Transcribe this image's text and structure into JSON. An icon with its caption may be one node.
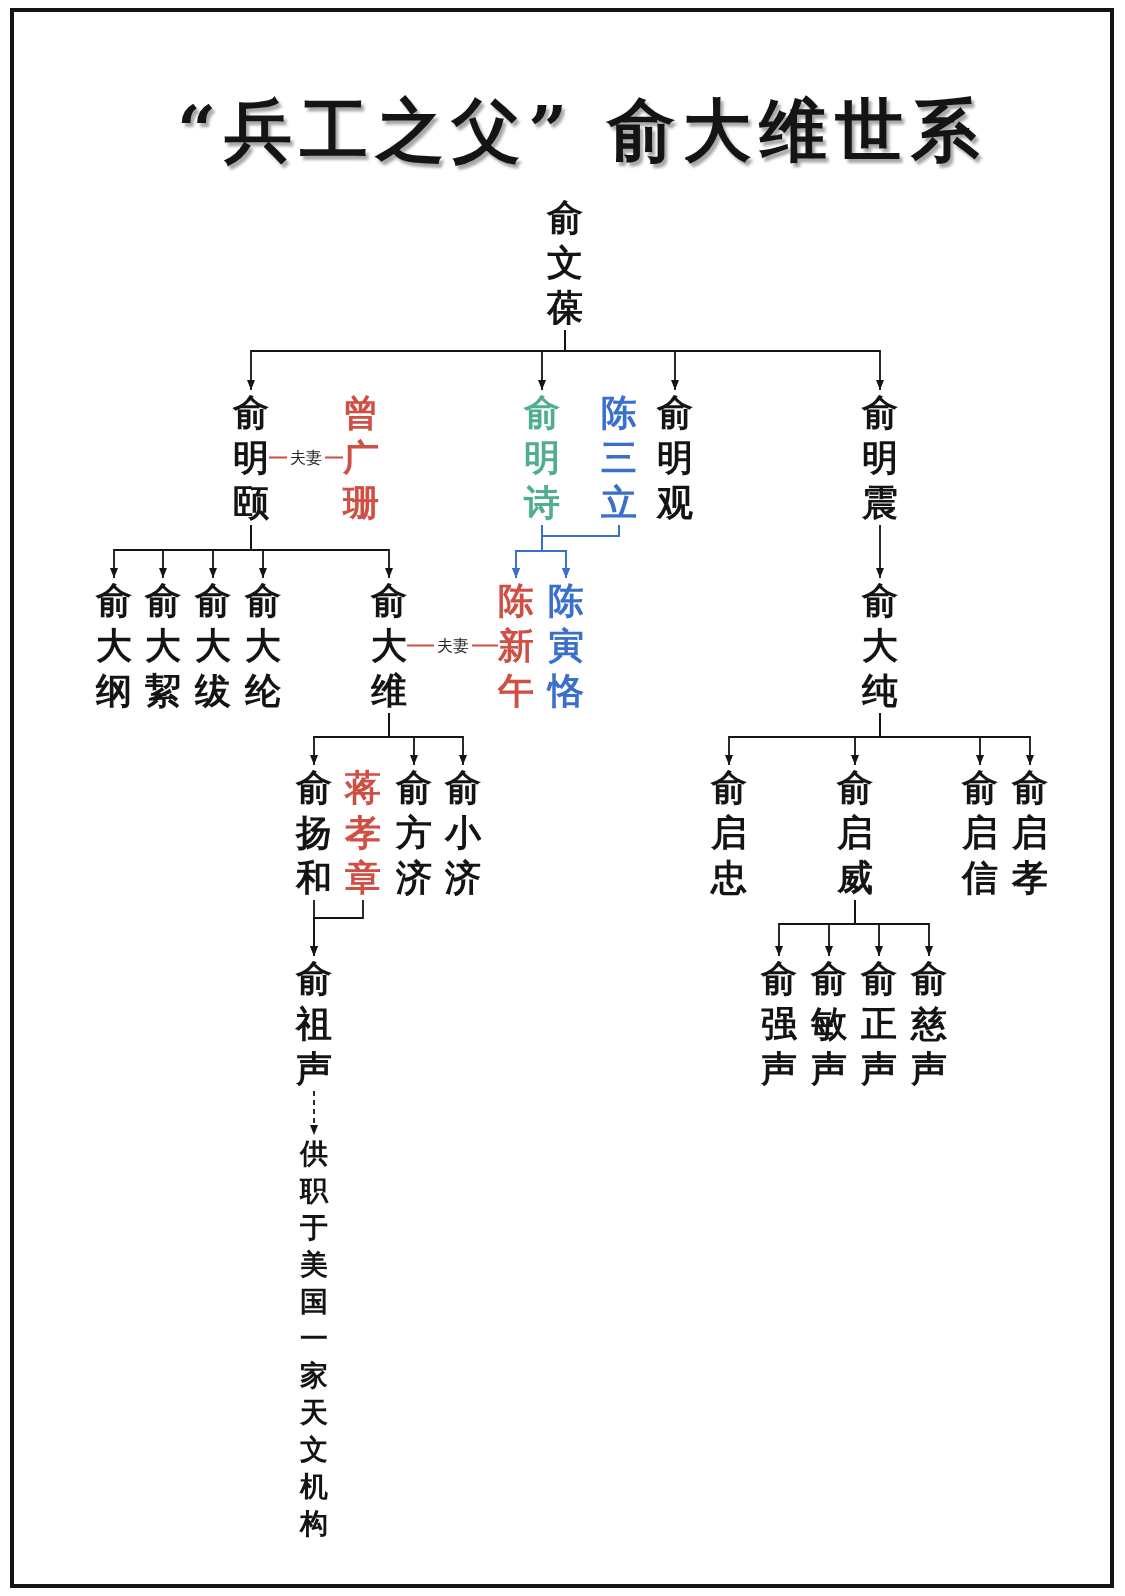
{
  "diagram": {
    "title": "“兵工之父” 俞大维世系",
    "nodes": [
      {
        "text": [
          "俞文葆"
        ]
      },
      {
        "text": [
          "俞明颐"
        ]
      },
      {
        "text": [
          "曾广珊"
        ]
      },
      {
        "text": [
          "俞明诗"
        ]
      },
      {
        "text": [
          "陈三立"
        ]
      },
      {
        "text": [
          "俞明观"
        ]
      },
      {
        "text": [
          "俞明震"
        ]
      },
      {
        "text": [
          "俞大纲"
        ]
      },
      {
        "text": [
          "俞大絜"
        ]
      },
      {
        "text": [
          "俞大绂"
        ]
      },
      {
        "text": [
          "俞大纶"
        ]
      },
      {
        "text": [
          "俞大维"
        ]
      },
      {
        "text": [
          "陈新午"
        ]
      },
      {
        "text": [
          "陈寅恪"
        ]
      },
      {
        "text": [
          "俞大纯"
        ]
      },
      {
        "text": [
          "俞扬和"
        ]
      },
      {
        "text": [
          "蒋孝章"
        ]
      },
      {
        "text": [
          "俞方济"
        ]
      },
      {
        "text": [
          "俞小济"
        ]
      },
      {
        "text": [
          "俞启忠"
        ]
      },
      {
        "text": [
          "俞启威"
        ]
      },
      {
        "text": [
          "俞启信"
        ]
      },
      {
        "text": [
          "俞启孝"
        ]
      },
      {
        "text": [
          "俞祖声"
        ]
      },
      {
        "text": [
          "俞强声"
        ]
      },
      {
        "text": [
          "俞敏声"
        ]
      },
      {
        "text": [
          "俞正声"
        ]
      },
      {
        "text": [
          "俞慈声"
        ]
      },
      {
        "text": [
          "供职于美国一家天文机构"
        ]
      }
    ],
    "edges": [
      {
        "from": 0,
        "to": 1,
        "arrow": "to"
      },
      {
        "from": 0,
        "to": 3,
        "arrow": "to"
      },
      {
        "from": 0,
        "to": 5,
        "arrow": "to"
      },
      {
        "from": 0,
        "to": 6,
        "arrow": "to"
      },
      {
        "from": 1,
        "to": 2,
        "arrow": "none",
        "label": "夫妻",
        "color": "#cf4f45"
      },
      {
        "from": 1,
        "to": 7,
        "arrow": "to"
      },
      {
        "from": 1,
        "to": 8,
        "arrow": "to"
      },
      {
        "from": 1,
        "to": 9,
        "arrow": "to"
      },
      {
        "from": 1,
        "to": 10,
        "arrow": "to"
      },
      {
        "from": 1,
        "to": 11,
        "arrow": "to"
      },
      {
        "from": 3,
        "to": 12,
        "arrow": "to",
        "color": "#3a6fcb"
      },
      {
        "from": 3,
        "to": 13,
        "arrow": "to",
        "color": "#3a6fcb"
      },
      {
        "from": 4,
        "to": 12,
        "arrow": "to",
        "color": "#3a6fcb"
      },
      {
        "from": 4,
        "to": 13,
        "arrow": "to",
        "color": "#3a6fcb"
      },
      {
        "from": 6,
        "to": 14,
        "arrow": "to"
      },
      {
        "from": 11,
        "to": 12,
        "arrow": "none",
        "label": "夫妻",
        "color": "#cf4f45"
      },
      {
        "from": 11,
        "to": 15,
        "arrow": "to"
      },
      {
        "from": 11,
        "to": 17,
        "arrow": "to"
      },
      {
        "from": 11,
        "to": 18,
        "arrow": "to"
      },
      {
        "from": 14,
        "to": 19,
        "arrow": "to"
      },
      {
        "from": 14,
        "to": 20,
        "arrow": "to"
      },
      {
        "from": 14,
        "to": 21,
        "arrow": "to"
      },
      {
        "from": 14,
        "to": 22,
        "arrow": "to"
      },
      {
        "from": 15,
        "to": 23,
        "arrow": "to"
      },
      {
        "from": 16,
        "to": 23,
        "arrow": "to"
      },
      {
        "from": 20,
        "to": 24,
        "arrow": "to"
      },
      {
        "from": 20,
        "to": 25,
        "arrow": "to"
      },
      {
        "from": 20,
        "to": 26,
        "arrow": "to"
      },
      {
        "from": 20,
        "to": 27,
        "arrow": "to"
      },
      {
        "from": 23,
        "to": 28,
        "arrow": "to",
        "style": "dashed"
      }
    ]
  }
}
